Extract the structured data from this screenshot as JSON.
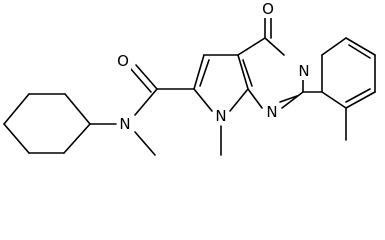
{
  "atoms": {
    "oxygen_carbonyl_top": "O",
    "oxygen_amide": "O",
    "nitrogen_amide": "N",
    "nitrogen_pyrrole": "N",
    "nitrogen_bridgehead": "N",
    "nitrogen_pyrimidine": "N"
  },
  "colors": {
    "bond": "#000000",
    "background": "#ffffff"
  }
}
